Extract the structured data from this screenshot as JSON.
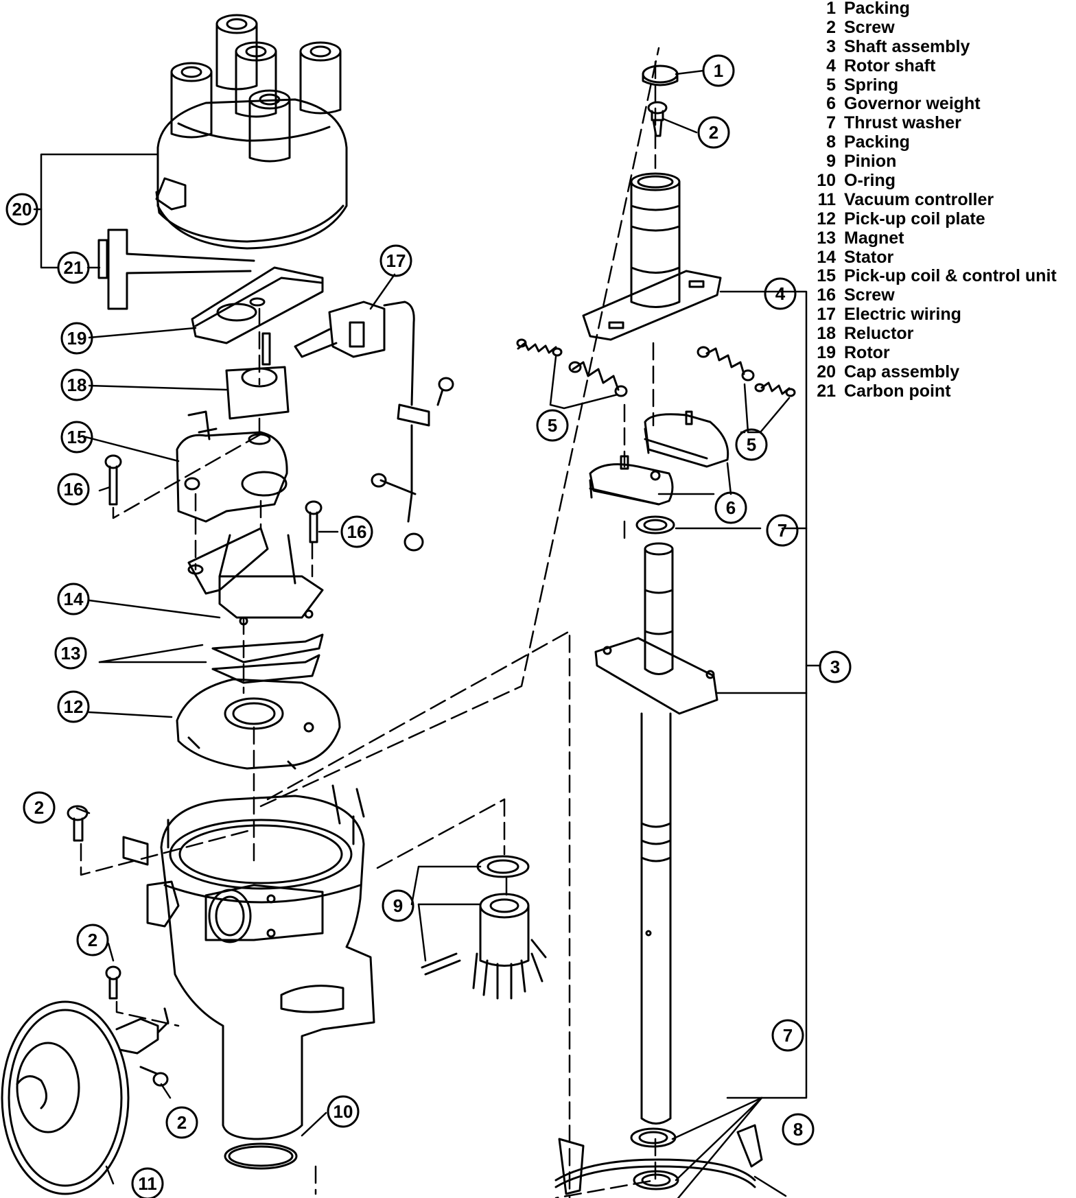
{
  "legend": [
    {
      "num": "1",
      "label": "Packing"
    },
    {
      "num": "2",
      "label": "Screw"
    },
    {
      "num": "3",
      "label": "Shaft assembly"
    },
    {
      "num": "4",
      "label": "Rotor shaft"
    },
    {
      "num": "5",
      "label": "Spring"
    },
    {
      "num": "6",
      "label": "Governor weight"
    },
    {
      "num": "7",
      "label": "Thrust washer"
    },
    {
      "num": "8",
      "label": "Packing"
    },
    {
      "num": "9",
      "label": "Pinion"
    },
    {
      "num": "10",
      "label": "O-ring"
    },
    {
      "num": "11",
      "label": "Vacuum controller"
    },
    {
      "num": "12",
      "label": "Pick-up coil plate"
    },
    {
      "num": "13",
      "label": "Magnet"
    },
    {
      "num": "14",
      "label": "Stator"
    },
    {
      "num": "15",
      "label": "Pick-up coil & control unit"
    },
    {
      "num": "16",
      "label": "Screw"
    },
    {
      "num": "17",
      "label": "Electric wiring"
    },
    {
      "num": "18",
      "label": "Reluctor"
    },
    {
      "num": "19",
      "label": "Rotor"
    },
    {
      "num": "20",
      "label": "Cap assembly"
    },
    {
      "num": "21",
      "label": "Carbon point"
    }
  ],
  "callouts": [
    "1",
    "2",
    "4",
    "5",
    "5",
    "6",
    "7",
    "3",
    "7",
    "8",
    "9",
    "10",
    "11",
    "2",
    "2",
    "2",
    "12",
    "13",
    "14",
    "15",
    "16",
    "16",
    "17",
    "18",
    "19",
    "20",
    "21"
  ],
  "colors": {
    "ink": "#000000",
    "paper": "#ffffff"
  }
}
